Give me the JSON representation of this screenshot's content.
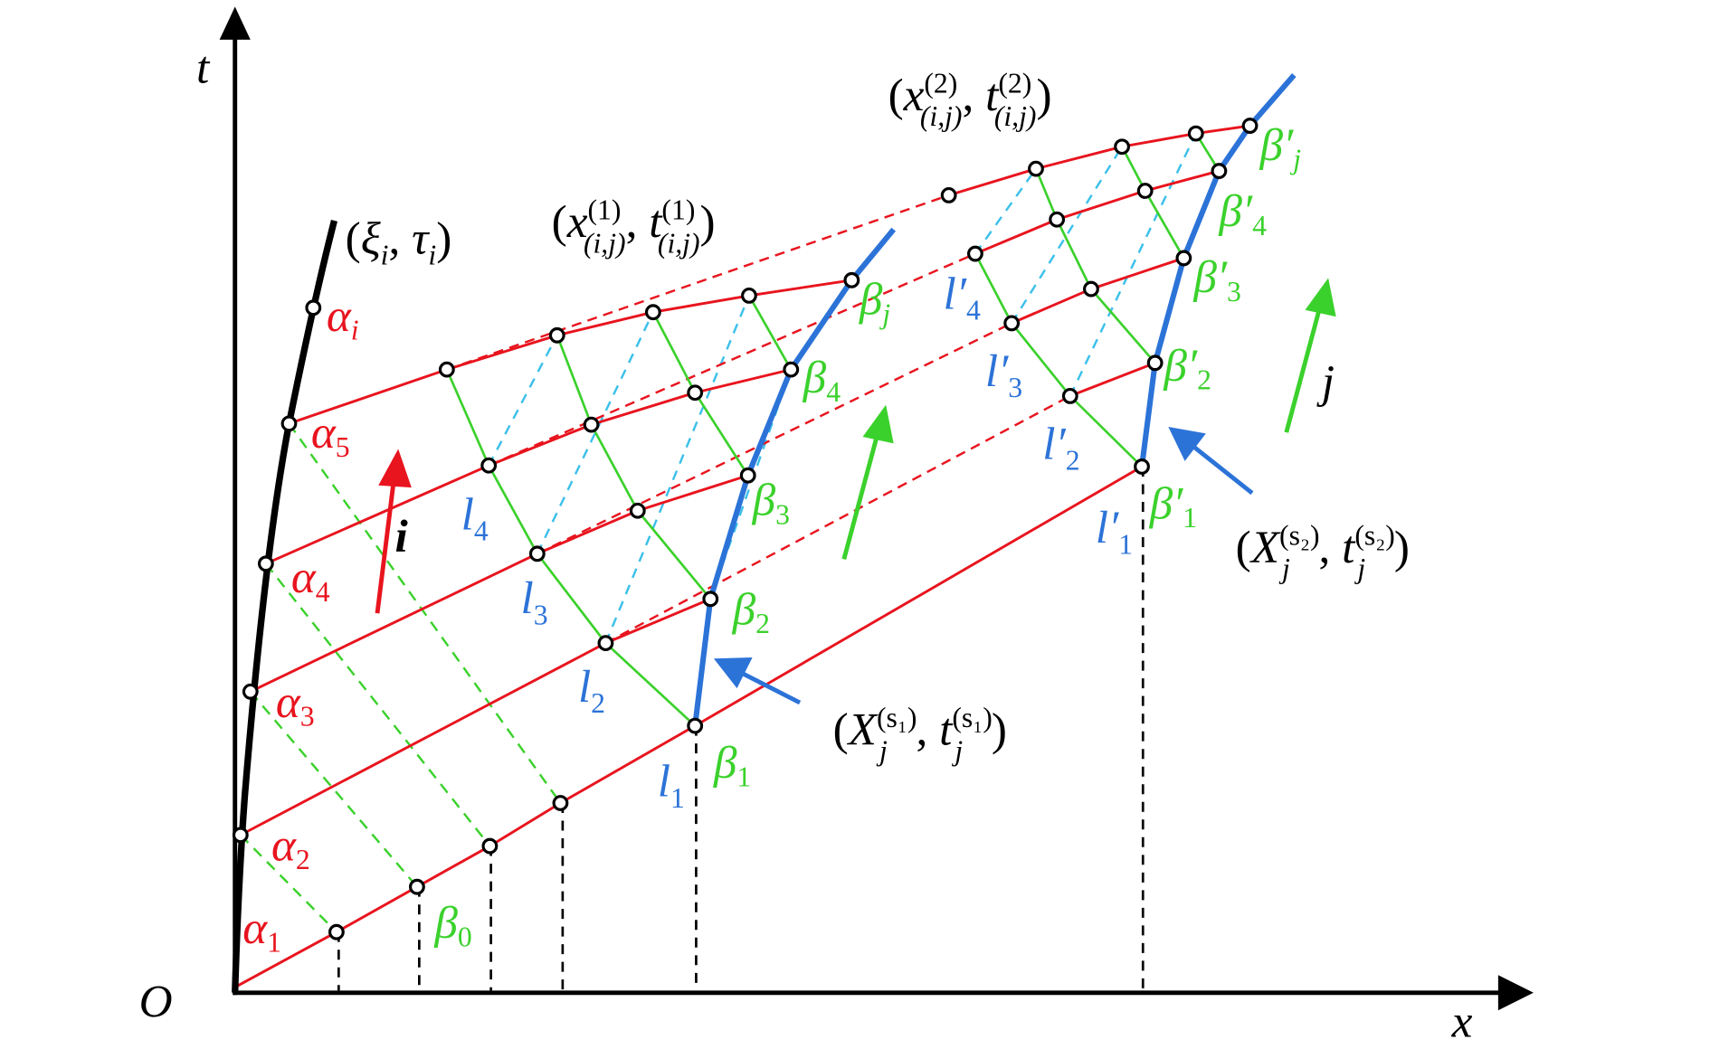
{
  "axes": {
    "t": "t",
    "x": "x",
    "origin": "O"
  },
  "boundary": {
    "open": "(",
    "xi": "ξ",
    "tau": "τ",
    "i": "i",
    "comma": ", ",
    "close": ")"
  },
  "alpha": {
    "sym": "α",
    "subs": [
      "i",
      "5",
      "4",
      "3",
      "2",
      "1"
    ]
  },
  "beta": {
    "sym": "β",
    "subs": [
      "0",
      "1",
      "2",
      "3",
      "4",
      "j"
    ]
  },
  "beta_prime": {
    "sym": "β′",
    "subs": [
      "1",
      "2",
      "3",
      "4",
      "j"
    ]
  },
  "l": {
    "sym": "l",
    "subs": [
      "1",
      "2",
      "3",
      "4"
    ]
  },
  "l_prime": {
    "sym": "l′",
    "subs": [
      "1",
      "2",
      "3",
      "4"
    ]
  },
  "point1": {
    "x": "x",
    "t": "t",
    "sup": "(1)",
    "sub": "(i,j)",
    "open": "(",
    "comma": ", ",
    "close": ")"
  },
  "point2": {
    "x": "x",
    "t": "t",
    "sup": "(2)",
    "sub": "(i,j)",
    "open": "(",
    "comma": ", ",
    "close": ")"
  },
  "shock1": {
    "X": "X",
    "t": "t",
    "sup": "(s₁)",
    "sub": "j",
    "open": "(",
    "comma": ", ",
    "close": ")"
  },
  "shock2": {
    "X": "X",
    "t": "t",
    "sup": "(s₂)",
    "sub": "j",
    "open": "(",
    "comma": ", ",
    "close": ")"
  },
  "arrows": {
    "i": "i",
    "j": "j"
  },
  "colors": {
    "alpha": "#e8141e",
    "beta": "#3bd12c",
    "l": "#2c73d8",
    "cyan": "#3cc0ea"
  }
}
